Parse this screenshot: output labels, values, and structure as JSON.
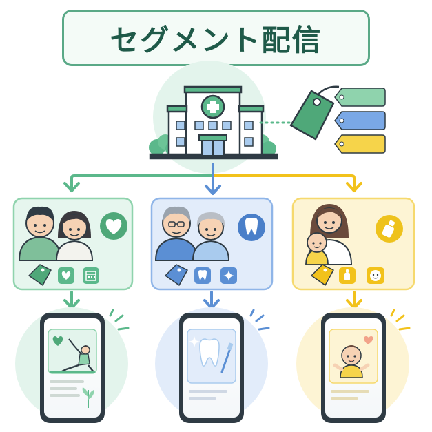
{
  "title": "セグメント配信",
  "colors": {
    "green": "#5bb88b",
    "green_light": "#e3f4ec",
    "blue": "#5b8fd4",
    "blue_light": "#e2ecfa",
    "yellow": "#f2c21b",
    "yellow_light": "#fdf4d4",
    "dark": "#2f3b44"
  },
  "segments": [
    {
      "id": "couple",
      "color": "green",
      "badge_icon": "heart-icon",
      "tag_icons": [
        "tag-icon",
        "heart-icon",
        "calendar-icon"
      ],
      "phone_content": "yoga-woman-illustration"
    },
    {
      "id": "elderly",
      "color": "blue",
      "badge_icon": "tooth-icon",
      "tag_icons": [
        "tag-icon",
        "tooth-icon",
        "sparkle-icon"
      ],
      "phone_content": "tooth-toothbrush-illustration"
    },
    {
      "id": "parent",
      "color": "yellow",
      "badge_icon": "baby-bottle-icon",
      "tag_icons": [
        "tag-icon",
        "baby-bottle-icon",
        "baby-face-icon"
      ],
      "phone_content": "baby-illustration"
    }
  ]
}
